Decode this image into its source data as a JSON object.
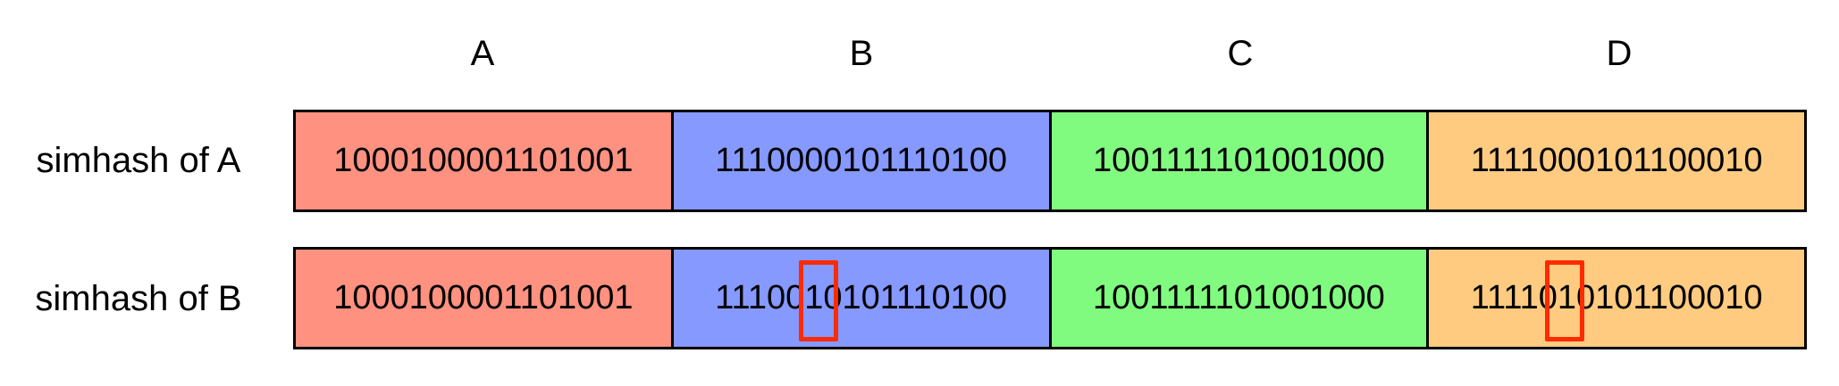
{
  "column_labels": [
    "A",
    "B",
    "C",
    "D"
  ],
  "rows": [
    {
      "label": "simhash of A",
      "cells": [
        {
          "value": "1000100001101001",
          "color": "#ff9180"
        },
        {
          "value": "1110000101110100",
          "color": "#8599ff"
        },
        {
          "value": "1001111101001000",
          "color": "#80fb7f"
        },
        {
          "value": "1111000101100010",
          "color": "#ffcb80"
        }
      ]
    },
    {
      "label": "simhash of B",
      "cells": [
        {
          "value": "1000100001101001",
          "color": "#ff9180"
        },
        {
          "value": "1110010101110100",
          "color": "#8599ff",
          "highlight": "bit 6"
        },
        {
          "value": "1001111101001000",
          "color": "#80fb7f"
        },
        {
          "value": "1111010101100010",
          "color": "#ffcb80",
          "highlight": "bit 6"
        }
      ]
    }
  ],
  "highlight_color": "#ff2a00"
}
